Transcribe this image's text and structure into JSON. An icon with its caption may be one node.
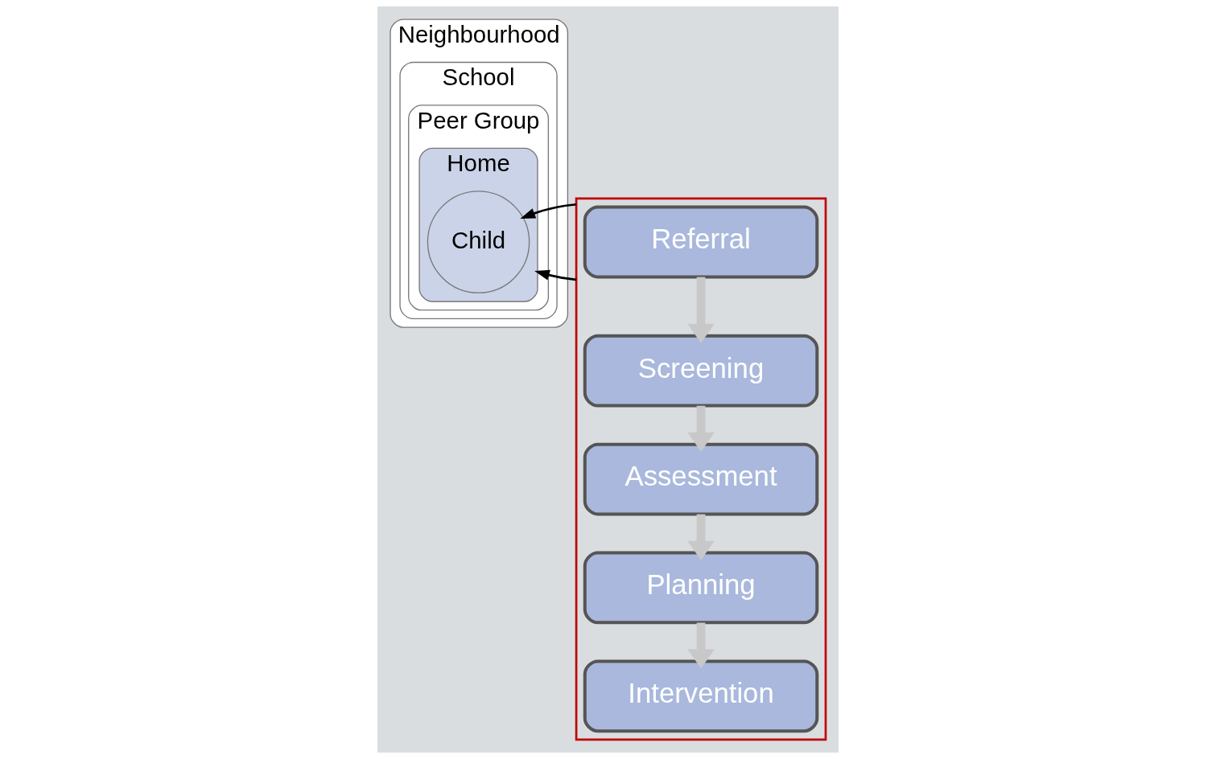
{
  "diagram": {
    "nodes": [
      {
        "text": [
          "Neighbourhood"
        ]
      },
      {
        "text": [
          "School"
        ],
        "in": 0
      },
      {
        "text": [
          "Peer Group"
        ],
        "in": 1
      },
      {
        "text": [
          "Home"
        ],
        "in": 2
      },
      {
        "text": [
          "Child"
        ],
        "in": 3
      },
      {
        "text": [],
        "shape": "box"
      },
      {
        "text": [
          "Referral"
        ],
        "in": 5
      },
      {
        "text": [
          "Screening"
        ],
        "in": 5
      },
      {
        "text": [
          "Assessment"
        ],
        "in": 5
      },
      {
        "text": [
          "Planning"
        ],
        "in": 5
      },
      {
        "text": [
          "Intervention"
        ],
        "in": 5
      }
    ],
    "edges": [
      {
        "from": 6,
        "to": 7,
        "arrow": "to"
      },
      {
        "from": 7,
        "to": 8,
        "arrow": "to"
      },
      {
        "from": 8,
        "to": 9,
        "arrow": "to"
      },
      {
        "from": 9,
        "to": 10,
        "arrow": "to"
      },
      {
        "from": 5,
        "to": 3,
        "arrow": "to",
        "color": "#000000"
      },
      {
        "from": 5,
        "to": 4,
        "arrow": "to",
        "color": "#000000"
      }
    ]
  }
}
